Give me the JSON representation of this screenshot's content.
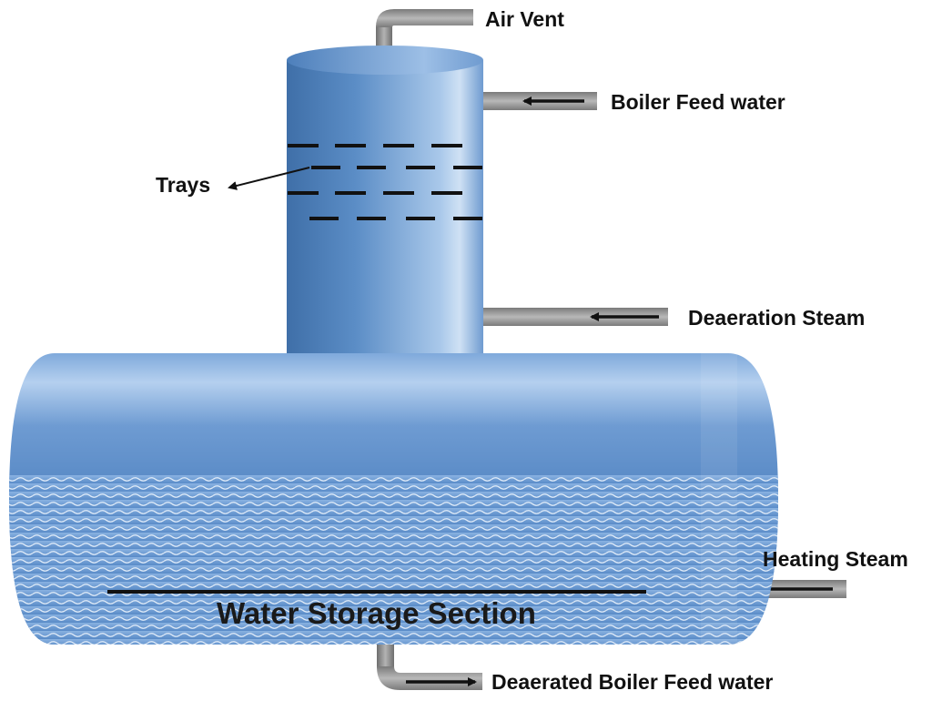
{
  "diagram": {
    "labels": {
      "air_vent": "Air Vent",
      "boiler_feed_water": "Boiler Feed water",
      "trays": "Trays",
      "deaeration_steam": "Deaeration Steam",
      "heating_steam": "Heating Steam",
      "water_storage_section": "Water Storage Section",
      "deaerated_boiler_feed_water": "Deaerated Boiler Feed water"
    },
    "colors": {
      "vessel_blue": "#5b8dc6",
      "vessel_highlight": "#b9d3ee",
      "water_blue": "#6f9fd6",
      "pipe_gray": "#8c8c8c",
      "tray_black": "#111111"
    },
    "icons": {
      "flow_arrow": "arrow-icon",
      "label_pointer": "pointer-arrow-icon"
    }
  }
}
